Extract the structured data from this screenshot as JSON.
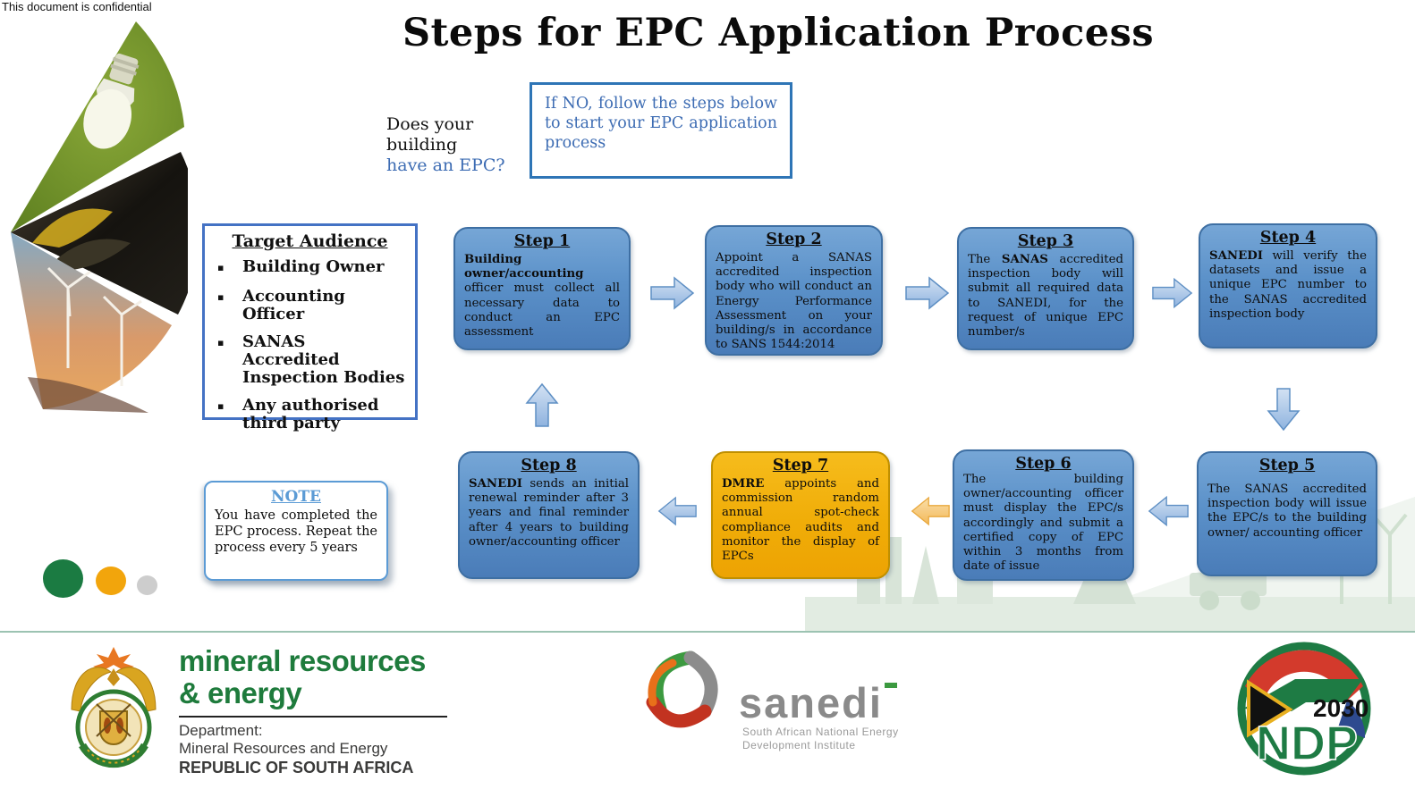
{
  "meta": {
    "confidential_note": "This document is confidential"
  },
  "title": "Steps for EPC Application Process",
  "question": {
    "line1": "Does your building",
    "line2": "have an EPC?"
  },
  "ifno_box": {
    "text": "If NO, follow the steps below to start your EPC application process"
  },
  "target_audience": {
    "title": "Target Audience",
    "items": [
      "Building Owner",
      "Accounting Officer",
      "SANAS Accredited Inspection Bodies",
      "Any authorised third party"
    ]
  },
  "steps": [
    {
      "title": "Step 1",
      "pre": "",
      "bold": "Building owner/accounting",
      "post": " officer must collect all necessary data to conduct an EPC assessment",
      "theme": "blue"
    },
    {
      "title": "Step 2",
      "pre": "Appoint a SANAS accredited inspection body who will conduct an Energy Performance Assessment on your building/s in accordance to SANS 1544:2014",
      "bold": "",
      "post": "",
      "theme": "blue"
    },
    {
      "title": "Step 3",
      "pre": "The ",
      "bold": "SANAS",
      "post": " accredited inspection body will submit all required data to SANEDI, for the request of unique EPC number/s",
      "theme": "blue"
    },
    {
      "title": "Step 4",
      "pre": "",
      "bold": "SANEDI",
      "post": " will verify the datasets and issue a unique EPC number to the SANAS accredited inspection body",
      "theme": "blue"
    },
    {
      "title": "Step 5",
      "pre": "The SANAS accredited inspection body will issue the EPC/s to the building owner/ accounting officer",
      "bold": "",
      "post": "",
      "theme": "blue"
    },
    {
      "title": "Step 6",
      "pre": "The building owner/accounting officer must display the EPC/s accordingly and submit a certified copy of EPC within 3 months from date of issue",
      "bold": "",
      "post": "",
      "theme": "blue"
    },
    {
      "title": "Step 7",
      "pre": "",
      "bold": "DMRE",
      "post": " appoints and commission random annual spot-check compliance audits and monitor the display of EPCs",
      "theme": "orange"
    },
    {
      "title": "Step 8",
      "pre": "",
      "bold": "SANEDI",
      "post": " sends  an initial renewal reminder after 3 years and final reminder after 4 years to  building owner/accounting officer",
      "theme": "blue"
    }
  ],
  "note": {
    "title": "NOTE",
    "text": "You have completed the EPC process. Repeat the process every 5 years"
  },
  "icons": {
    "bullet": "▪",
    "flow_arrows": [
      "right",
      "right",
      "right",
      "down",
      "left",
      "left",
      "left",
      "up"
    ]
  },
  "logos": {
    "dmre": {
      "name_line1": "mineral resources",
      "name_line2": "& energy",
      "dept_line1": "Department:",
      "dept_line2": "Mineral Resources and Energy",
      "country": "REPUBLIC OF SOUTH AFRICA"
    },
    "sanedi": {
      "name": "sanedi",
      "sub_line1": "South African National  Energy",
      "sub_line2": "Development Institute"
    },
    "ndp": {
      "name": "NDP",
      "year": "2030"
    }
  },
  "colors": {
    "step_blue": "#5b91c9",
    "step_blue_border": "#3e6fa3",
    "step_orange": "#f0ad08",
    "step_orange_border": "#bf8f00",
    "accent_blue": "#2e75b6",
    "audience_border": "#4472c4",
    "note_blue": "#5b9bd5",
    "question_blue": "#3d6cb3",
    "dot_green": "#1b7b42",
    "dot_orange": "#f2a50c",
    "dot_gray": "#cdcdcd",
    "dmre_green": "#1e7b3c",
    "sanedi_gray": "#8a8a8a"
  }
}
